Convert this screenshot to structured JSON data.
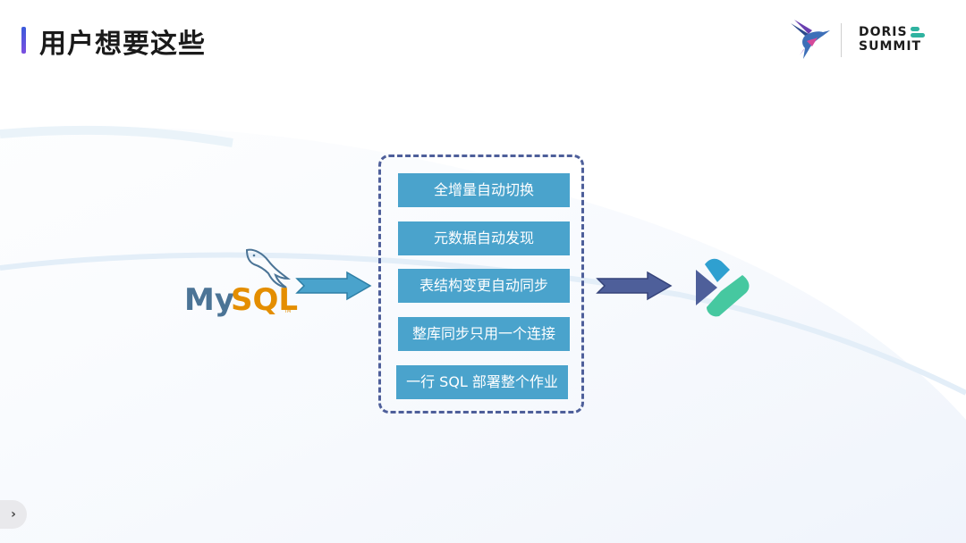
{
  "page": {
    "title": "用户想要这些",
    "accent_colors": {
      "title_bar": "#3b5bdb",
      "feature_fill": "#4aa3cc",
      "dashed_border": "#4e5f9a",
      "arrow_left": "#4aa3cc",
      "arrow_right": "#4e5f9a"
    }
  },
  "brand": {
    "logo_line1": "DORIS",
    "logo_line2": "SUMMIT",
    "icon": "hummingbird-icon"
  },
  "diagram": {
    "source": {
      "name_part1": "My",
      "name_part2": "SQL",
      "trademark": "TM",
      "icon": "mysql-dolphin-icon"
    },
    "features": [
      "全增量自动切换",
      "元数据自动发现",
      "表结构变更自动同步",
      "整库同步只用一个连接",
      "一行 SQL 部署整个作业"
    ],
    "target": {
      "icon": "apache-doris-icon"
    }
  },
  "nav": {
    "icon": "chevron-right-icon",
    "glyph": "›"
  }
}
